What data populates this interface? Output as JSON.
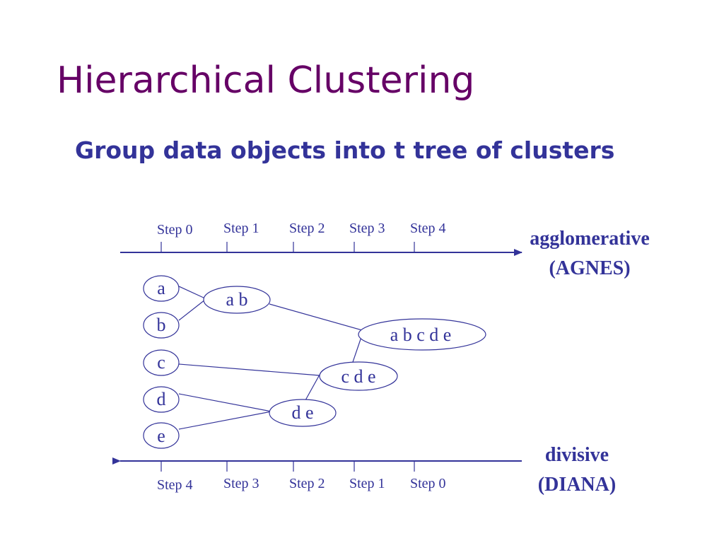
{
  "title": "Hierarchical Clustering",
  "subtitle": "Group data objects into t tree of clusters",
  "agglomerative": {
    "label1": "agglomerative",
    "label2": "(AGNES)",
    "steps": [
      "Step 0",
      "Step 1",
      "Step 2",
      "Step 3",
      "Step 4"
    ]
  },
  "divisive": {
    "label1": "divisive",
    "label2": "(DIANA)",
    "steps": [
      "Step 4",
      "Step 3",
      "Step 2",
      "Step 1",
      "Step 0"
    ]
  },
  "nodes": {
    "a": "a",
    "b": "b",
    "c": "c",
    "d": "d",
    "e": "e",
    "ab": "a b",
    "de": "d e",
    "cde": "c d e",
    "abcde": "a b c d e"
  },
  "colors": {
    "title": "#660066",
    "text": "#333399"
  }
}
